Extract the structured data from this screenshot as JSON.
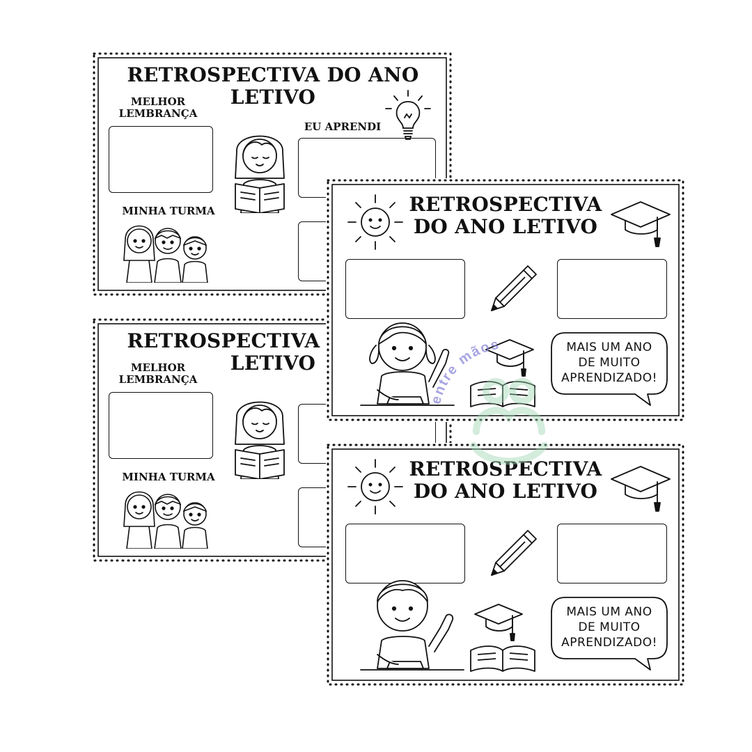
{
  "sheets": {
    "a": {
      "title_line1": "RETROSPECTIVA DO ANO",
      "title_line2": "LETIVO",
      "label_memory_line1": "MELHOR",
      "label_memory_line2": "LEMBRANÇA",
      "label_learned": "EU APRENDI",
      "label_class": "MINHA TURMA"
    },
    "b": {
      "title_line1": "RETROSPECTIVA DO ANO",
      "title_line2": "LETIVO",
      "label_memory_line1": "MELHOR",
      "label_memory_line2": "LEMBRANÇA",
      "label_class": "MINHA TURMA"
    },
    "c": {
      "title_line1": "RETROSPECTIVA",
      "title_line2": "DO ANO LETIVO",
      "bubble_line1": "MAIS UM ANO",
      "bubble_line2": "DE MUITO",
      "bubble_line3": "APRENDIZADO!"
    },
    "d": {
      "title_line1": "RETROSPECTIVA",
      "title_line2": "DO ANO LETIVO",
      "bubble_line1": "MAIS UM ANO",
      "bubble_line2": "DE MUITO",
      "bubble_line3": "APRENDIZADO!"
    }
  },
  "watermark": {
    "text": "entre mãos",
    "color": "#8a86d9",
    "logo_color": "#9fd6b3"
  },
  "icons": [
    "sun-icon",
    "graduation-cap-icon",
    "pencil-icon",
    "lightbulb-icon",
    "open-book-icon",
    "speech-bubble-icon"
  ]
}
